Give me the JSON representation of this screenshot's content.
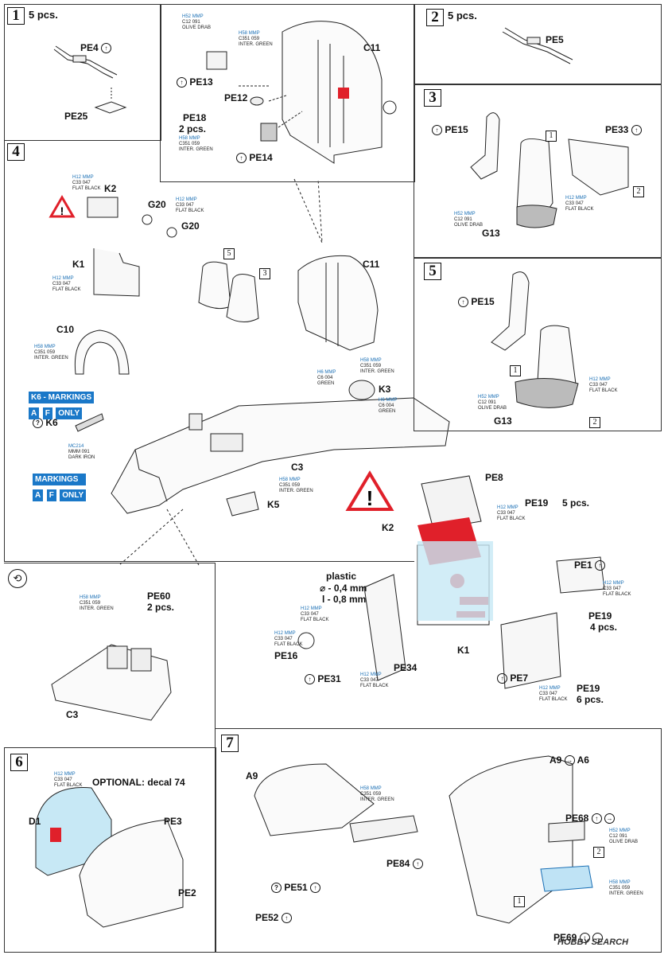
{
  "steps": {
    "s1": {
      "num": "1",
      "qty": "5 pcs.",
      "pe4": "PE4",
      "pe25": "PE25"
    },
    "s2": {
      "num": "2",
      "qty": "5 pcs.",
      "pe5": "PE5"
    },
    "s3": {
      "num": "3",
      "pe15": "PE15",
      "pe33": "PE33",
      "g13": "G13",
      "ref1": "1",
      "ref2": "2"
    },
    "s4": {
      "num": "4",
      "k2": "K2",
      "g20a": "G20",
      "g20b": "G20",
      "k1": "K1",
      "c10": "C10",
      "c11": "C11",
      "k3": "K3",
      "k6": "K6",
      "c3": "C3",
      "k5": "K5",
      "ref5": "5",
      "ref3": "3"
    },
    "s5": {
      "num": "5",
      "pe15": "PE15",
      "g13": "G13",
      "ref1": "1",
      "ref2": "2"
    },
    "s6": {
      "num": "6",
      "optional": "OPTIONAL: decal 74",
      "d1": "D1",
      "pe3": "PE3",
      "pe2": "PE2"
    },
    "s7": {
      "num": "7",
      "a9": "A9",
      "a9a6": "A9",
      "a6": "A6",
      "pe84": "PE84",
      "pe51": "PE51",
      "pe52": "PE52",
      "pe68": "PE68",
      "pe69": "PE69",
      "ref1": "1",
      "ref2": "2"
    }
  },
  "top_detail": {
    "c11": "C11",
    "pe13": "PE13",
    "pe12": "PE12",
    "pe18": "PE18",
    "pe18_qty": "2 pcs.",
    "pe14": "PE14"
  },
  "k_detail": {
    "pe8": "PE8",
    "k2": "K2",
    "pe19a": "PE19",
    "pe19a_qty": "5 pcs.",
    "pe1": "PE1",
    "pe19b": "PE19",
    "pe19b_qty": "4 pcs.",
    "plastic": "plastic",
    "dia": "⌀ - 0,4 mm",
    "len": "l - 0,8 mm",
    "pe16": "PE16",
    "pe31": "PE31",
    "pe34": "PE34",
    "k1": "K1",
    "pe7": "PE7",
    "pe19c": "PE19",
    "pe19c_qty": "6 pcs."
  },
  "alt_detail": {
    "pe60": "PE60",
    "pe60_qty": "2 pcs.",
    "c3": "C3"
  },
  "markings": {
    "k6_line1": "K6 - MARKINGS",
    "k6_a": "A",
    "k6_f": "F",
    "k6_only": "ONLY",
    "m_line1": "MARKINGS",
    "m_a": "A",
    "m_f": "F",
    "m_only": "ONLY"
  },
  "paints": {
    "h12": {
      "code": "H12",
      "mmp": "MMP",
      "c": "C33",
      "n": "047",
      "name": "FLAT BLACK"
    },
    "h58": {
      "code": "H58",
      "mmp": "MMP",
      "c": "C351",
      "n": "059",
      "name": "INTER. GREEN"
    },
    "h52": {
      "code": "H52",
      "mmp": "MMP",
      "c": "C12",
      "n": "091",
      "name": "OLIVE DRAB"
    },
    "h6": {
      "code": "H6",
      "mmp": "MMP",
      "c": "C6",
      "n": "004",
      "name": "GREEN"
    },
    "mc214": {
      "code": "MC214",
      "mmp": "MMM",
      "n": "091",
      "name": "DARK IRON"
    }
  },
  "watermark": "HOBBY SEARCH",
  "colors": {
    "accent_blue": "#1a78c8",
    "part_red": "#e0202a",
    "light_blue_fill": "#c7e8f5"
  }
}
